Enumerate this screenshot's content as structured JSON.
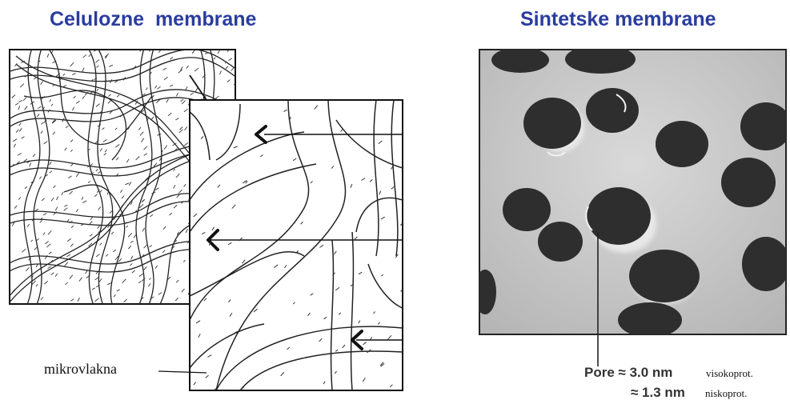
{
  "titles": {
    "left": "Celulozne  membrane",
    "right": "Sintetske membrane"
  },
  "labels": {
    "microfiber": "mikrovlakna",
    "pore_prefix": "Pore ≈ 3.0 nm",
    "pore_high": "visokoprot.",
    "pore_low_prefix": "≈ 1.3 nm",
    "pore_low": "niskoprot."
  },
  "colors": {
    "title": "#2a3d9e",
    "line": "#222222",
    "photo_bg": "#c8c8c8",
    "pore": "#2e2e2e"
  }
}
